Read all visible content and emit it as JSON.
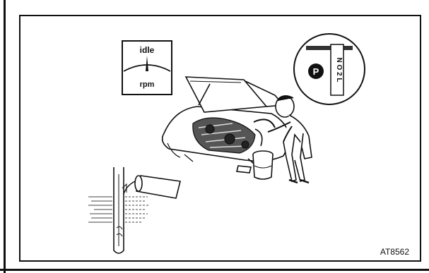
{
  "figure": {
    "code": "AT8562",
    "tachometer": {
      "top_label": "idle",
      "bottom_label": "rpm"
    },
    "shift_indicator": {
      "selected_letter": "P",
      "gear_text": "N O 2 L"
    }
  }
}
